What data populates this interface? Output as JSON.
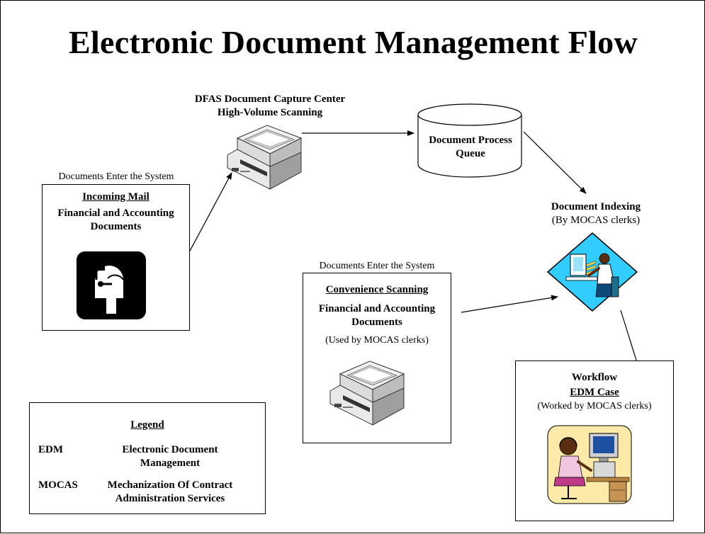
{
  "title": "Electronic Document Management Flow",
  "capture_center": {
    "line1": "DFAS Document Capture Center",
    "line2": "High-Volume Scanning"
  },
  "queue": {
    "line1": "Document Process",
    "line2": "Queue"
  },
  "indexing": {
    "title": "Document Indexing",
    "subtitle": "(By MOCAS clerks)"
  },
  "incoming_mail": {
    "caption": "Documents Enter the System",
    "heading": "Incoming Mail",
    "line1": "Financial and Accounting",
    "line2": "Documents"
  },
  "convenience": {
    "caption": "Documents Enter the System",
    "heading": "Convenience Scanning",
    "line1": "Financial and Accounting",
    "line2": "Documents",
    "note": "(Used by MOCAS clerks)"
  },
  "workflow": {
    "title": "Workflow",
    "heading": "EDM Case",
    "note": "(Worked by MOCAS clerks)"
  },
  "legend": {
    "title": "Legend",
    "items": [
      {
        "abbr": "EDM",
        "line1": "Electronic Document",
        "line2": "Management"
      },
      {
        "abbr": "MOCAS",
        "line1": "Mechanization Of Contract",
        "line2": "Administration Services"
      }
    ]
  },
  "icons": {
    "mailbox": "mailbox-icon",
    "scanner": "scanner-icon",
    "clerk_at_computer": "clerk-computer-icon",
    "headset_worker": "headset-worker-icon"
  },
  "colors": {
    "indexing_fill": "#33ccff",
    "workflow_bg": "#fde9a8"
  }
}
